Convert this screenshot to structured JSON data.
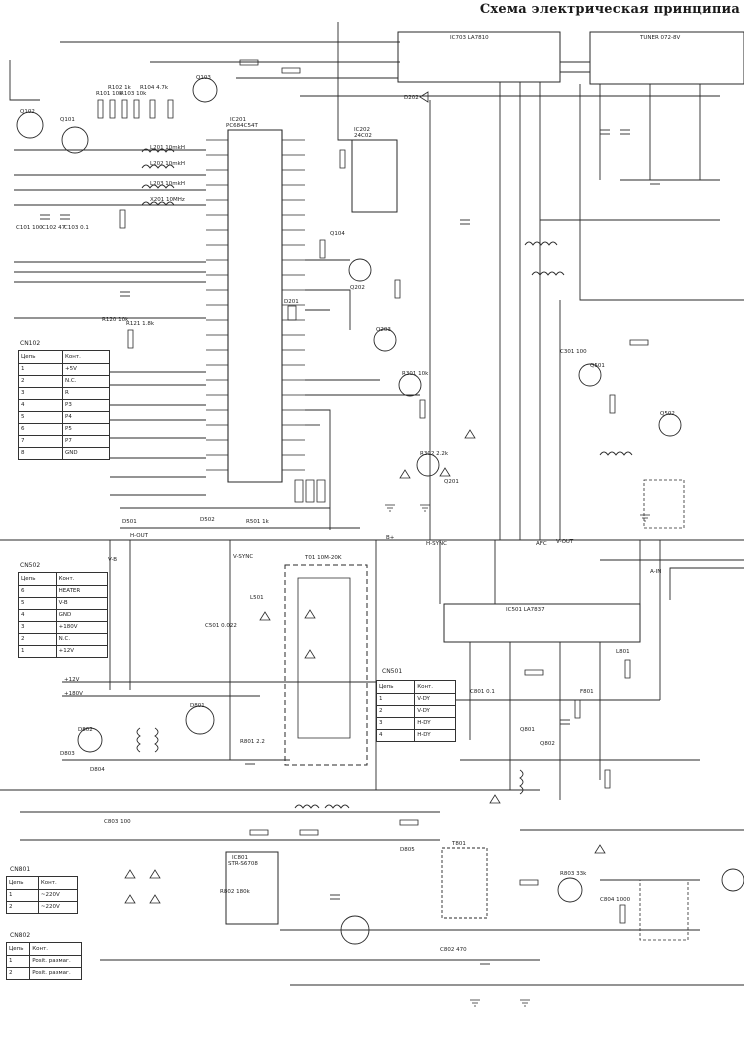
{
  "title": "Схема электрическая принципиа",
  "ic_labels": {
    "ic201": "IC201",
    "ic201_part": "PC684C54T",
    "ic202": "IC202",
    "ic202_part": "24C02",
    "ic703": "IC703 LA7810",
    "ic501": "IC501 LA7837",
    "tuner": "TUNER 072-8V",
    "ic801": "IC801",
    "ic801_part": "STR-S6708",
    "t801": "T801",
    "fbt": "T01 10M-20K"
  },
  "connector_cn102": {
    "caption": "CN102",
    "headers": [
      "Цепь",
      "Конт."
    ],
    "rows": [
      [
        "1",
        "+5V"
      ],
      [
        "2",
        "N.C."
      ],
      [
        "3",
        "R"
      ],
      [
        "4",
        "P3"
      ],
      [
        "5",
        "P4"
      ],
      [
        "6",
        "P5"
      ],
      [
        "7",
        "P7"
      ],
      [
        "8",
        "GND"
      ]
    ]
  },
  "connector_cn502": {
    "caption": "CN502",
    "headers": [
      "Цепь",
      "Конт."
    ],
    "rows": [
      [
        "6",
        "HEATER"
      ],
      [
        "5",
        "V-B"
      ],
      [
        "4",
        "GND"
      ],
      [
        "3",
        "+180V"
      ],
      [
        "2",
        "N.C."
      ],
      [
        "1",
        "+12V"
      ]
    ]
  },
  "connector_cn501": {
    "caption": "CN501",
    "headers": [
      "Цепь",
      "Конт."
    ],
    "rows": [
      [
        "1",
        "V-DY"
      ],
      [
        "2",
        "V-DY"
      ],
      [
        "3",
        "H-DY"
      ],
      [
        "4",
        "H-DY"
      ]
    ]
  },
  "connector_cn801": {
    "caption": "CN801",
    "headers": [
      "Цепь",
      "Конт."
    ],
    "rows": [
      [
        "1",
        "~220V"
      ],
      [
        "2",
        "~220V"
      ]
    ]
  },
  "connector_cn802": {
    "caption": "CN802",
    "headers": [
      "Цепь",
      "Конт."
    ],
    "rows": [
      [
        "1",
        "Posit. размаг."
      ],
      [
        "2",
        "Posit. размаг."
      ]
    ]
  },
  "net_labels": {
    "h_out": "H-OUT",
    "v_sync": "V-SYNC",
    "h_sync": "H-SYNC",
    "afc": "AFC",
    "v_out": "V-OUT",
    "a_in": "A-IN",
    "vb": "V-B",
    "plus12": "+12V",
    "plus180": "+180V",
    "b_plus": "B+"
  },
  "component_labels": [
    "R101 10k",
    "R102 1k",
    "R103 10k",
    "R104 4.7k",
    "Q101",
    "Q102",
    "Q103",
    "Q104",
    "C101 100",
    "C102 47",
    "C103 0.1",
    "R120 10k",
    "R121 1.8k",
    "L201 10mkH",
    "L202 10mkH",
    "L203 10mkH",
    "X201 10MHz",
    "D201",
    "D202",
    "Q201",
    "Q202",
    "Q203",
    "R301 10k",
    "R302 2.2k",
    "C301 100",
    "Q501",
    "Q502",
    "D501",
    "D502",
    "R501 1k",
    "C501 0.022",
    "L501",
    "R801 2.2",
    "C801 0.1",
    "D801",
    "D802",
    "D803",
    "D804",
    "Q801",
    "Q802",
    "F801",
    "L801",
    "R802 180k",
    "C802 470",
    "C803 100",
    "D805",
    "R803 33k",
    "C804 1000"
  ]
}
